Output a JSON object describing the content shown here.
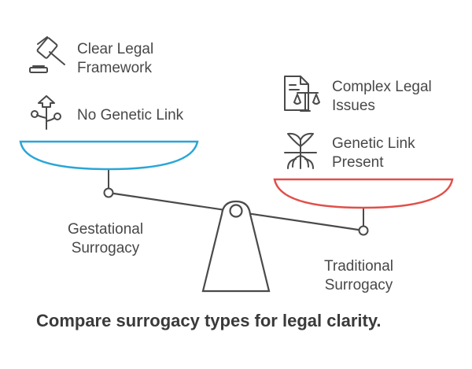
{
  "left_side": {
    "items": [
      {
        "icon": "gavel-icon",
        "lines": [
          "Clear Legal",
          "Framework"
        ]
      },
      {
        "icon": "branch-arrow-icon",
        "lines": [
          "No Genetic Link"
        ]
      }
    ],
    "pan_color": "#2aa6d6",
    "label": [
      "Gestational",
      "Surrogacy"
    ]
  },
  "right_side": {
    "items": [
      {
        "icon": "document-scales-icon",
        "lines": [
          "Complex Legal",
          "Issues"
        ]
      },
      {
        "icon": "plant-roots-icon",
        "lines": [
          "Genetic Link",
          "Present"
        ]
      }
    ],
    "pan_color": "#e0504a",
    "label": [
      "Traditional",
      "Surrogacy"
    ]
  },
  "caption": "Compare surrogacy types for legal clarity."
}
